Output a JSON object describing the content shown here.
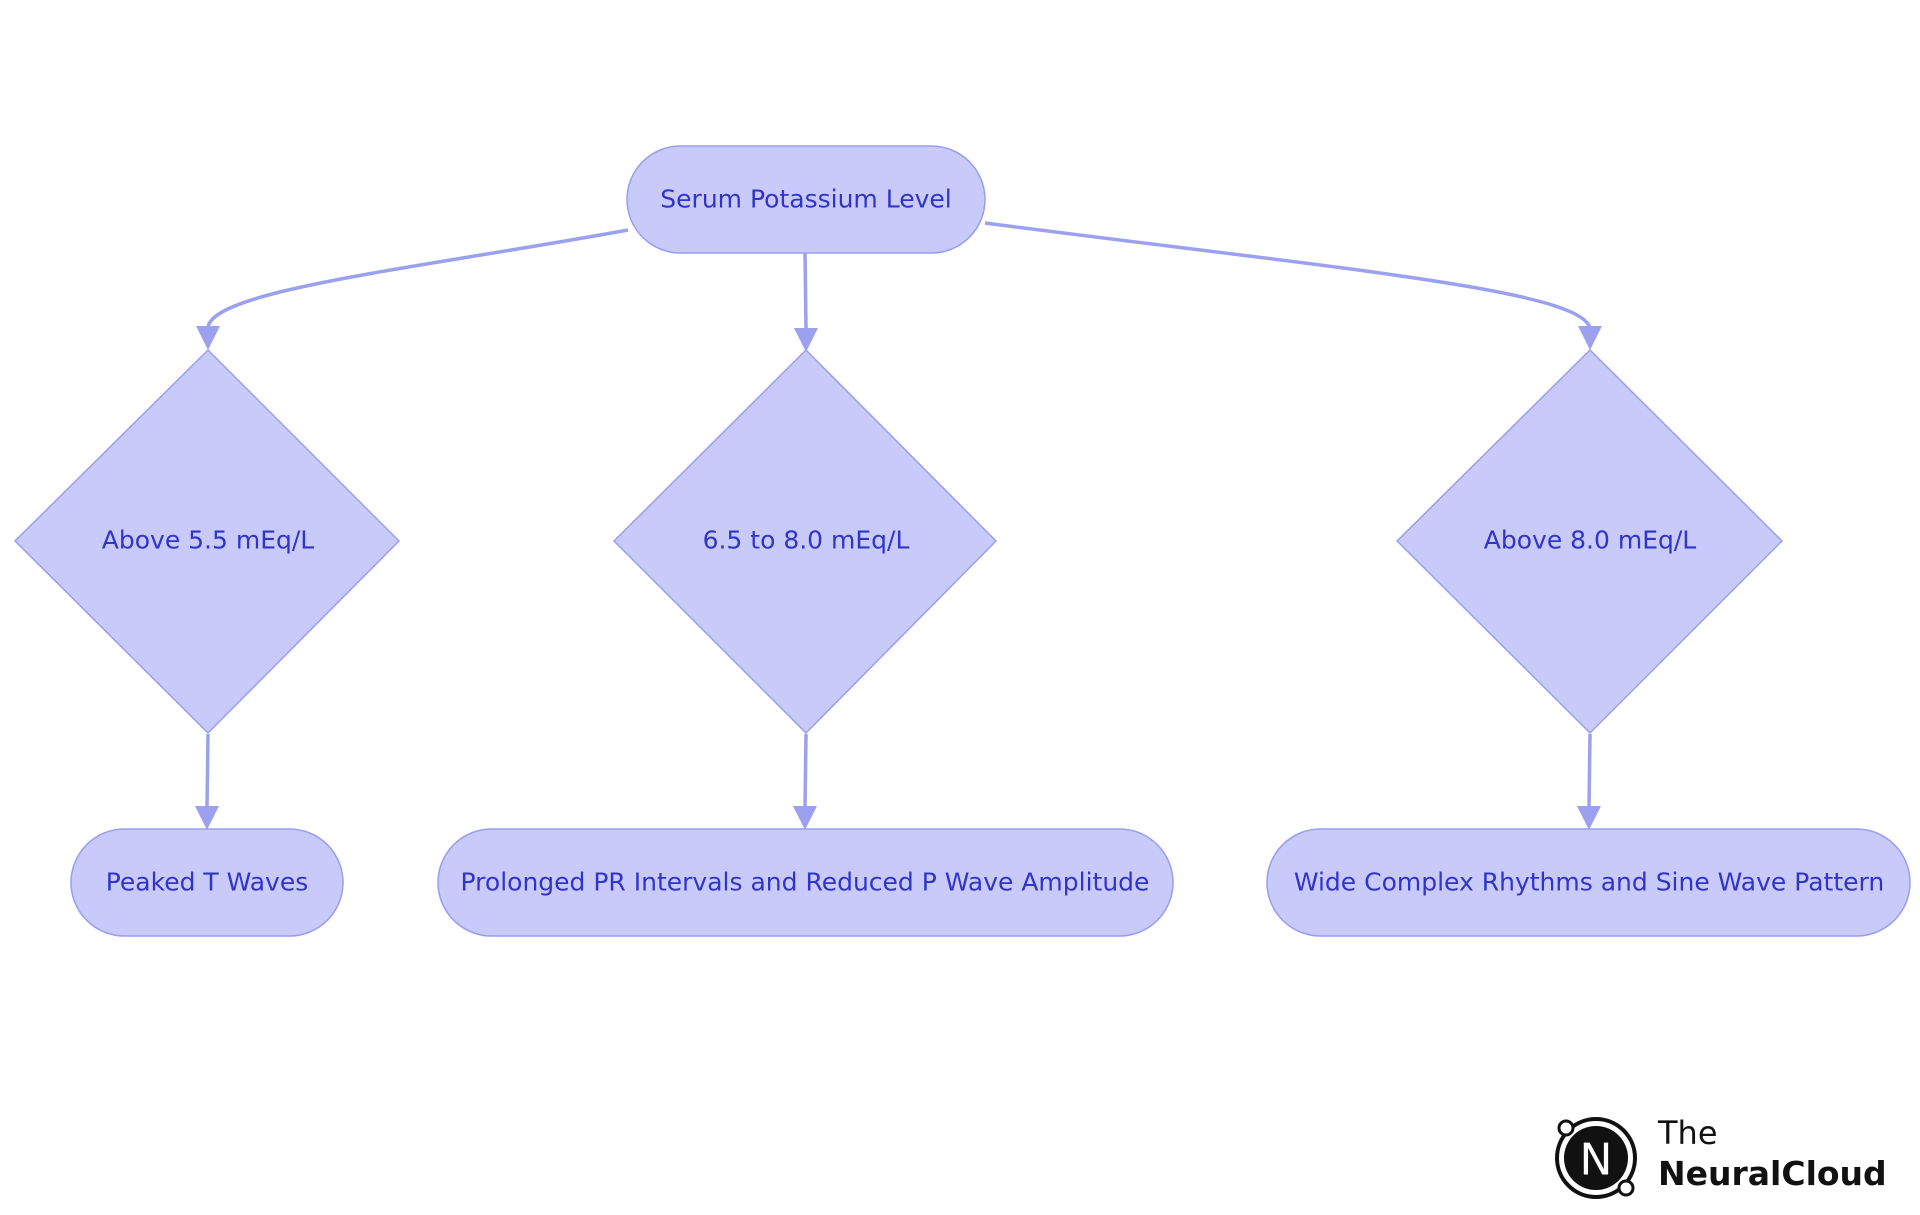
{
  "diagram": {
    "root": "Serum Potassium Level",
    "conditions": [
      "Above 5.5 mEq/L",
      "6.5 to 8.0 mEq/L",
      "Above 8.0 mEq/L"
    ],
    "outcomes": [
      "Peaked T Waves",
      "Prolonged PR Intervals and Reduced P Wave Amplitude",
      "Wide Complex Rhythms and Sine Wave Pattern"
    ]
  },
  "logo": {
    "letter": "N",
    "line1": "The",
    "line2": "NeuralCloud"
  },
  "colors": {
    "node_fill": "#c8caf9",
    "node_stroke": "#9a9ef0",
    "edge": "#9ba0ef",
    "text": "#3134c7"
  }
}
